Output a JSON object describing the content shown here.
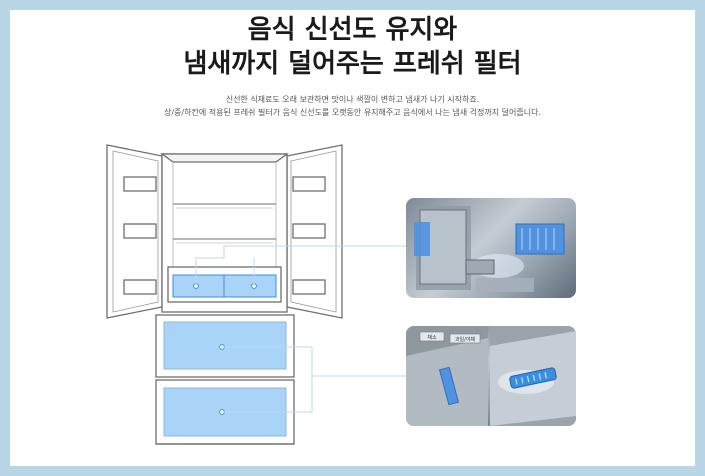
{
  "headline": {
    "line1": "음식 신선도 유지와",
    "line2": "냄새까지 덜어주는 프레쉬 필터"
  },
  "description": {
    "line1": "신선한 식재료도 오래 보관하면 맛이나 색깔이 변하고 냄새가 나기 시작하죠.",
    "line2": "상/중/하칸에 적용된 프레쉬 필터가 음식 신선도를 오랫동안 유지해주고 음식에서 나는 냄새 걱정까지 덜어줍니다."
  },
  "colors": {
    "frame_border": "#b9d6e6",
    "filter_fill": "#a9d4f7",
    "filter_stroke": "#3a8fe0",
    "line": "#bcd8f2",
    "fridge_stroke": "#6e6e6e"
  },
  "photos": {
    "upper": "fresh-filter-upper-closeup",
    "lower": "fresh-filter-drawer-closeup"
  },
  "photo_labels": {
    "drawer_tag_1": "채소",
    "drawer_tag_2": "과일/야채"
  }
}
